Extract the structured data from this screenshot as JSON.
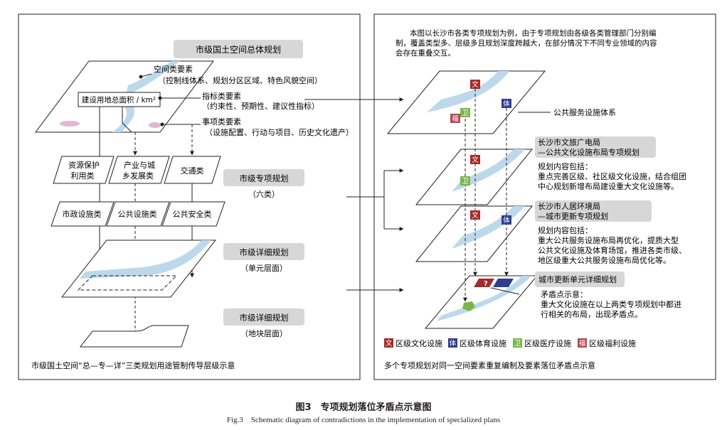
{
  "left_panel": {
    "title": "市级国土空间总体规划",
    "space_elements": {
      "title": "空间类要素",
      "detail": "（控制线体系、规划分区区域、特色风貌空间）"
    },
    "construction_box": "建设用地总面积 / km²",
    "indicator_elements": {
      "title": "指标类要素",
      "detail": "（约束性、预期性、建议性指标）"
    },
    "item_elements": {
      "title": "事项类要素",
      "detail": "（设施配置、行动与项目、历史文化遗产）"
    },
    "categories_row1": [
      {
        "line1": "资源保护",
        "line2": "利用类"
      },
      {
        "line1": "产业与城",
        "line2": "乡发展类"
      },
      {
        "line1": "交通类",
        "line2": ""
      }
    ],
    "categories_row2": [
      "市政设施类",
      "公共设施类",
      "公共安全类"
    ],
    "special_plan": {
      "title": "市级专项规划",
      "sub": "（六类）"
    },
    "detail_unit": {
      "title": "市级详细规划",
      "sub": "（单元层面）"
    },
    "detail_plot": {
      "title": "市级详细规划",
      "sub": "（地块层面）"
    },
    "footnote": "市级国土空间“总—专—详”三类规划用途管制传导层级示意"
  },
  "right_panel": {
    "intro_lines": [
      "本图以长沙市各类专项规划为例，由于专项规划由各级各类管理部门分别编",
      "制，覆盖类型多、层级多且规划深度跨越大，在部分情况下不同专业领域的内容",
      "会存在重叠交互。"
    ],
    "public_service": "公共服务设施体系",
    "plan1": {
      "title_lines": [
        "长沙市文旅广电局",
        "—公共文化设施布局专项规划"
      ],
      "content_lines": [
        "规划内容包括：",
        "重点完善区级、社区级文化设施，结合组团",
        "中心规划新增布局建设重大文化设施等。"
      ]
    },
    "plan2": {
      "title_lines": [
        "长沙市人居环境局",
        "—城市更新专项规划"
      ],
      "content_lines": [
        "规划内容包括：",
        "重大公共服务设施布局再优化，提质大型",
        "公共文化设施及体育场馆，推进各类市级、",
        "地区级重大公共服务设施布局优化等。"
      ]
    },
    "plan3": {
      "title": "城市更新单元详细规划"
    },
    "conflict": {
      "lines": [
        "矛盾点示意：",
        "重大文化设施在以上两类专项规划中都进",
        "行相关的布局，出现矛盾点。"
      ],
      "mark": "?"
    },
    "facility_chars": {
      "culture": "文",
      "sports": "体",
      "medical": "卫",
      "welfare": "福"
    },
    "legend": [
      {
        "char": "文",
        "label": "区级文化设施",
        "color": "#a52a2a"
      },
      {
        "char": "体",
        "label": "区级体育设施",
        "color": "#2e3f8f"
      },
      {
        "char": "卫",
        "label": "区级医疗设施",
        "color": "#7ab648"
      },
      {
        "char": "福",
        "label": "区级福利设施",
        "color": "#b5474f"
      }
    ],
    "footnote": "多个专项规划对同一空间要素重复编制及要素落位矛盾点示意"
  },
  "colors": {
    "river": "#bcd9ec",
    "label_bg": "#d7d7d7",
    "culture": "#a52a2a",
    "sports": "#2e3f8f",
    "medical": "#7ab648",
    "welfare": "#b5474f",
    "pink": "#e4b6d4"
  },
  "caption": {
    "cn": "图3　专项规划落位矛盾点示意图",
    "en": "Fig.3　Schematic diagram of contradictions in the implementation of specialized plans"
  }
}
